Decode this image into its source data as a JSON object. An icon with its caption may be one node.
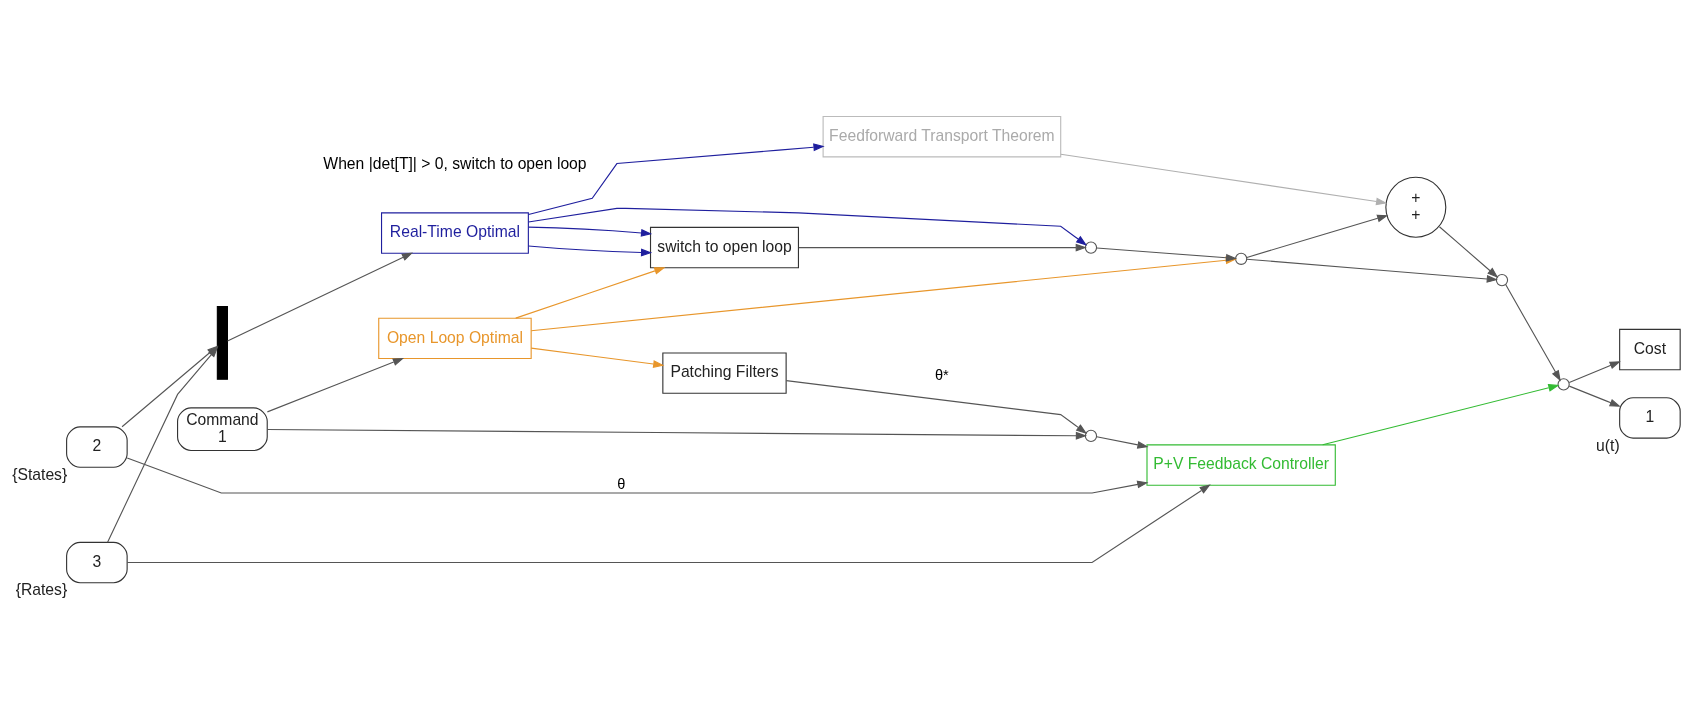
{
  "diagram": {
    "nodes": [
      {
        "text": [
          "Command",
          "1"
        ]
      },
      {
        "text": [
          "2"
        ],
        "beside": [
          "{States}"
        ]
      },
      {
        "text": [
          "3"
        ],
        "beside": [
          "{Rates}"
        ]
      },
      {
        "text": [
          "Open Loop Optimal"
        ]
      },
      {
        "text": [],
        "shape": "bar"
      },
      {
        "text": [
          "Real-Time Optimal"
        ]
      },
      {
        "text": [
          "switch to open loop"
        ]
      },
      {
        "text": [
          "Feedforward Transport Theorem"
        ]
      },
      {
        "text": [
          "Patching Filters"
        ]
      },
      {
        "text": [
          "P+V Feedback Controller"
        ]
      },
      {
        "text": [
          "+",
          "+"
        ]
      },
      {
        "text": [
          "Cost"
        ]
      },
      {
        "text": [
          "1"
        ],
        "beside": [
          "u(t)"
        ]
      },
      {
        "text": [],
        "shape": "switch"
      },
      {
        "text": [],
        "shape": "switch"
      },
      {
        "text": [],
        "shape": "switch"
      },
      {
        "text": [],
        "shape": "switch"
      },
      {
        "text": [],
        "shape": "switch"
      }
    ],
    "edges": [
      {
        "from": 0,
        "to": 3,
        "arrow": "to"
      },
      {
        "from": 0,
        "to": 13,
        "arrow": "to"
      },
      {
        "from": 3,
        "to": 15,
        "arrow": "to",
        "color": "#e8962b"
      },
      {
        "from": 3,
        "to": 8,
        "arrow": "to",
        "color": "#e8962b"
      },
      {
        "from": 3,
        "to": 6,
        "arrow": "to",
        "color": "#e8962b"
      },
      {
        "from": 1,
        "to": 4,
        "arrow": "to"
      },
      {
        "from": 2,
        "to": 4,
        "arrow": "to"
      },
      {
        "from": 1,
        "to": 9,
        "arrow": "to",
        "label": "θ"
      },
      {
        "from": 2,
        "to": 9,
        "arrow": "to"
      },
      {
        "from": 4,
        "to": 5,
        "arrow": "to"
      },
      {
        "from": 5,
        "to": 6,
        "arrow": "to",
        "color": "#1f1f9e"
      },
      {
        "from": 5,
        "to": 6,
        "arrow": "to",
        "color": "#1f1f9e"
      },
      {
        "from": 5,
        "to": 14,
        "arrow": "to",
        "color": "#1f1f9e"
      },
      {
        "from": 5,
        "to": 7,
        "arrow": "to",
        "color": "#1f1f9e"
      },
      {
        "from": 6,
        "to": 14,
        "arrow": "to"
      },
      {
        "from": 14,
        "to": 15,
        "arrow": "to"
      },
      {
        "from": 15,
        "to": 16,
        "arrow": "to"
      },
      {
        "from": 15,
        "to": 10,
        "arrow": "to"
      },
      {
        "from": 7,
        "to": 10,
        "arrow": "to",
        "color": "#b0b0b0"
      },
      {
        "from": 10,
        "to": 16,
        "arrow": "to"
      },
      {
        "from": 8,
        "to": 13,
        "arrow": "to",
        "label": "θ*"
      },
      {
        "from": 13,
        "to": 9,
        "arrow": "to"
      },
      {
        "from": 9,
        "to": 17,
        "arrow": "to",
        "color": "#33bb33"
      },
      {
        "from": 16,
        "to": 17,
        "arrow": "to"
      },
      {
        "from": 17,
        "to": 11,
        "arrow": "to"
      },
      {
        "from": 17,
        "to": 12,
        "arrow": "to"
      }
    ],
    "labels": [
      "When |det[T]| > 0, switch to open loop"
    ]
  }
}
